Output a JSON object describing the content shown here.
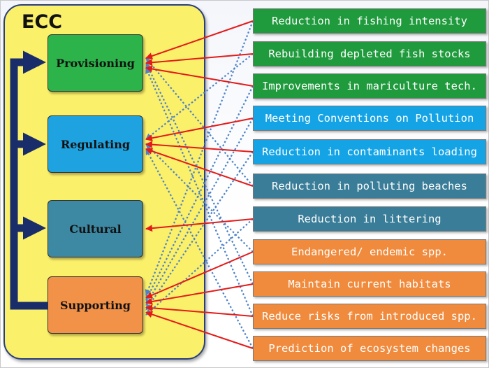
{
  "panel": {
    "title": "ECC"
  },
  "services": [
    {
      "id": "provisioning",
      "label": "Provisioning",
      "color": "#2cb34a"
    },
    {
      "id": "regulating",
      "label": "Regulating",
      "color": "#1fa3e0"
    },
    {
      "id": "cultural",
      "label": "Cultural",
      "color": "#3d88a2"
    },
    {
      "id": "supporting",
      "label": "Supporting",
      "color": "#f29148"
    }
  ],
  "actions": [
    {
      "label": "Reduction in fishing intensity",
      "color": "#1f9a3c"
    },
    {
      "label": "Rebuilding depleted fish stocks",
      "color": "#1f9a3c"
    },
    {
      "label": "Improvements in mariculture tech.",
      "color": "#1f9a3c"
    },
    {
      "label": "Meeting Conventions on Pollution",
      "color": "#14a4e6"
    },
    {
      "label": "Reduction in contaminants loading",
      "color": "#14a4e6"
    },
    {
      "label": "Reduction in polluting beaches",
      "color": "#3a7d98"
    },
    {
      "label": "Reduction in littering",
      "color": "#3a7d98"
    },
    {
      "label": "Endangered/ endemic spp.",
      "color": "#f08a3c"
    },
    {
      "label": "Maintain current habitats",
      "color": "#f08a3c"
    },
    {
      "label": "Reduce risks from introduced spp.",
      "color": "#f08a3c"
    },
    {
      "label": "Prediction of ecosystem changes",
      "color": "#f08a3c"
    }
  ],
  "links": {
    "direct": [
      [
        0,
        0
      ],
      [
        1,
        0
      ],
      [
        2,
        0
      ],
      [
        3,
        1
      ],
      [
        4,
        1
      ],
      [
        5,
        1
      ],
      [
        6,
        2
      ],
      [
        7,
        3
      ],
      [
        8,
        3
      ],
      [
        9,
        3
      ],
      [
        10,
        3
      ]
    ],
    "indirect": [
      [
        0,
        3
      ],
      [
        1,
        1
      ],
      [
        2,
        3
      ],
      [
        3,
        3
      ],
      [
        4,
        3
      ],
      [
        5,
        0
      ],
      [
        6,
        3
      ],
      [
        7,
        1
      ],
      [
        8,
        0
      ],
      [
        9,
        0
      ],
      [
        10,
        1
      ]
    ]
  },
  "colors": {
    "direct": "#e31b1b",
    "indirect": "#4c82c8",
    "flow": "#1a2d6b"
  }
}
